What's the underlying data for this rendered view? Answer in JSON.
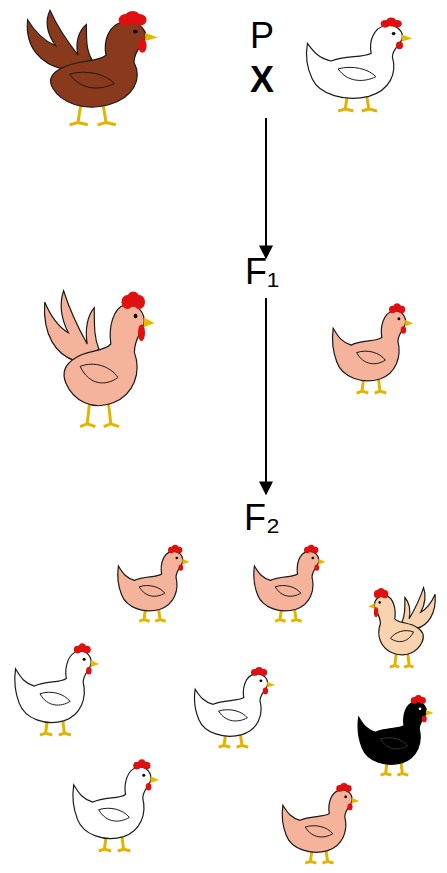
{
  "diagram": {
    "labels": [
      "P",
      "X",
      "F₁",
      "F₂"
    ]
  }
}
